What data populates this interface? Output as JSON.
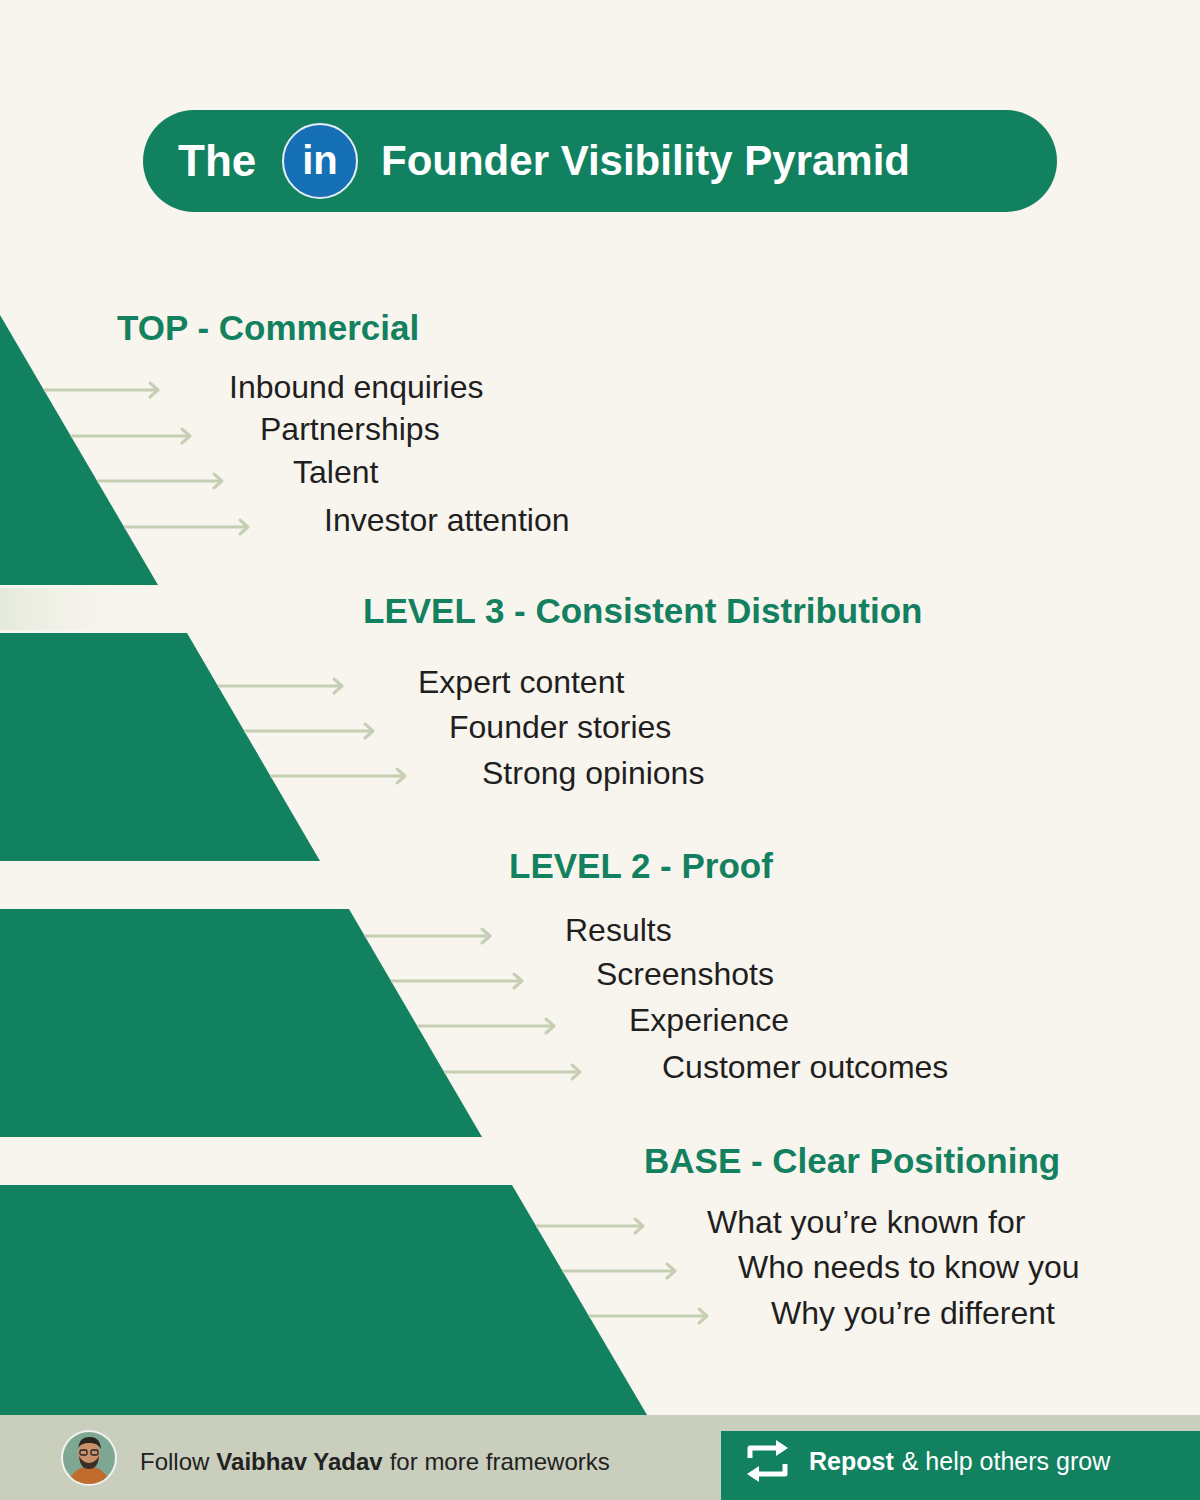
{
  "diagram": {
    "nodes": [
      {
        "text": [
          "The",
          "Founder Visibility Pyramid"
        ]
      },
      {
        "text": [
          "in"
        ],
        "in": 0
      },
      {
        "text": [
          "TOP - Commercial",
          "Inbound enquiries",
          "Partnerships",
          "Talent",
          "Investor attention"
        ]
      },
      {
        "text": [
          "LEVEL 3 - Consistent Distribution",
          "Expert content",
          "Founder stories",
          "Strong opinions"
        ]
      },
      {
        "text": [
          "LEVEL 2 - Proof",
          "Results",
          "Screenshots",
          "Experience",
          "Customer outcomes"
        ]
      },
      {
        "text": [
          "BASE - Clear Positioning",
          "What you’re known for",
          "Who needs to know you",
          "Why you’re different"
        ]
      },
      {
        "text": [
          "Follow",
          "Vaibhav Yadav",
          "for more frameworks"
        ]
      },
      {
        "text": [
          "Repost",
          "& help others grow"
        ]
      }
    ]
  }
}
